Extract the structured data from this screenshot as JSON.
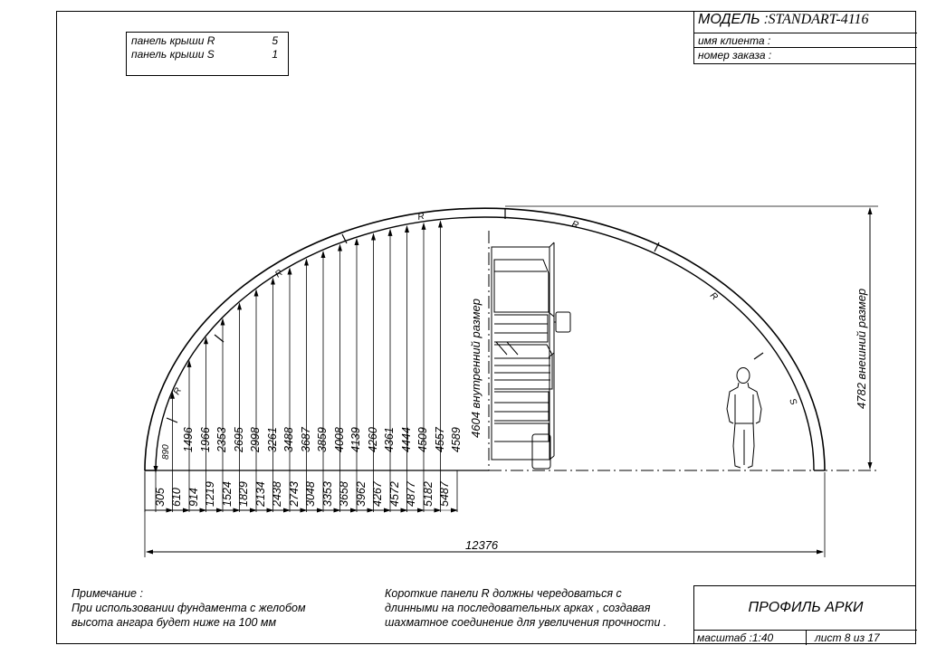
{
  "header": {
    "model_label": "МОДЕЛЬ :",
    "model_value": "STANDART-4116",
    "client_label": "имя клиента :",
    "order_label": "номер заказа :"
  },
  "panels": [
    {
      "label": "панель крыши R",
      "count": "5"
    },
    {
      "label": "панель крыши S",
      "count": "1"
    }
  ],
  "drawing": {
    "outer_height_label": "4782 внешний размер",
    "inner_height_label": "4604 внутренний размер",
    "span_label": "12376",
    "first_short_height": "890",
    "panel_marks": [
      "R",
      "R",
      "R",
      "R",
      "R",
      "S"
    ],
    "heights": [
      "1496",
      "1966",
      "2353",
      "2695",
      "2998",
      "3261",
      "3488",
      "3687",
      "3859",
      "4008",
      "4139",
      "4260",
      "4361",
      "4444",
      "4509",
      "4557",
      "4589"
    ],
    "offsets": [
      "305",
      "610",
      "914",
      "1219",
      "1524",
      "1829",
      "2134",
      "2438",
      "2743",
      "3048",
      "3353",
      "3658",
      "3962",
      "4267",
      "4572",
      "4877",
      "5182",
      "5487"
    ]
  },
  "notes": {
    "left_title": "Примечание :",
    "left_line1": "При использовании фундамента с желобом",
    "left_line2": "высота ангара будет ниже на  100  мм",
    "right_line1": "Короткие панели  R  должны чередоваться с",
    "right_line2": "длинными на последовательных арках , создавая",
    "right_line3": "шахматное соединение для увеличения прочности ."
  },
  "title_block": {
    "title": "ПРОФИЛЬ АРКИ",
    "scale": "масштаб :1:40",
    "sheet": "лист  8  из  17"
  }
}
